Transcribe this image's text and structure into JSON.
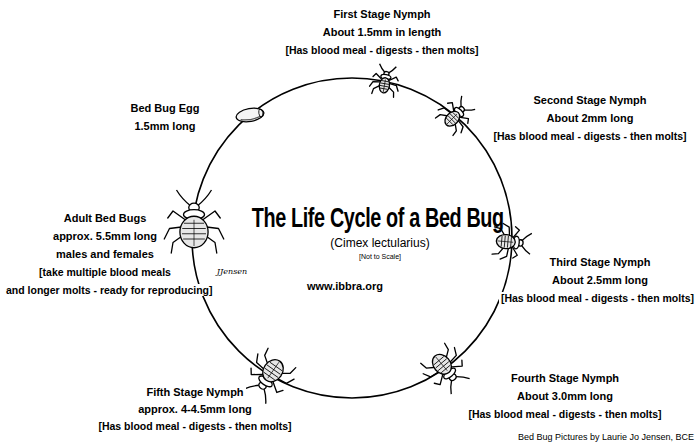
{
  "diagram": {
    "title": "The Life Cycle of a Bed Bug",
    "labels": [
      "First Stage Nymph",
      "About 1.5mm in length",
      "[Has blood meal - digests - then molts]",
      "Bed Bug Egg",
      "1.5mm long",
      "Second Stage Nymph",
      "About 2mm long",
      "[Has blood meal - digests - then molts]",
      "Adult Bed Bugs",
      "approx. 5.5mm long",
      "males and females",
      "[take multiple blood meals",
      "and longer molts - ready for reproducing]",
      "(Cimex lectularius)",
      "[Not to Scale]",
      "www.ibbra.org",
      "JJensen",
      "Third Stage Nymph",
      "About 2.5mm long",
      "[Has blood meal - digests - then molts]",
      "Fifth Stage Nymph",
      "approx. 4-4.5mm long",
      "[Has blood meal - digests - then molts]",
      "Fourth Stage Nymph",
      "About 3.0mm long",
      "[Has blood meal - digests - then molts]",
      "Bed Bug Pictures by Laurie Jo Jensen, BCE"
    ]
  }
}
